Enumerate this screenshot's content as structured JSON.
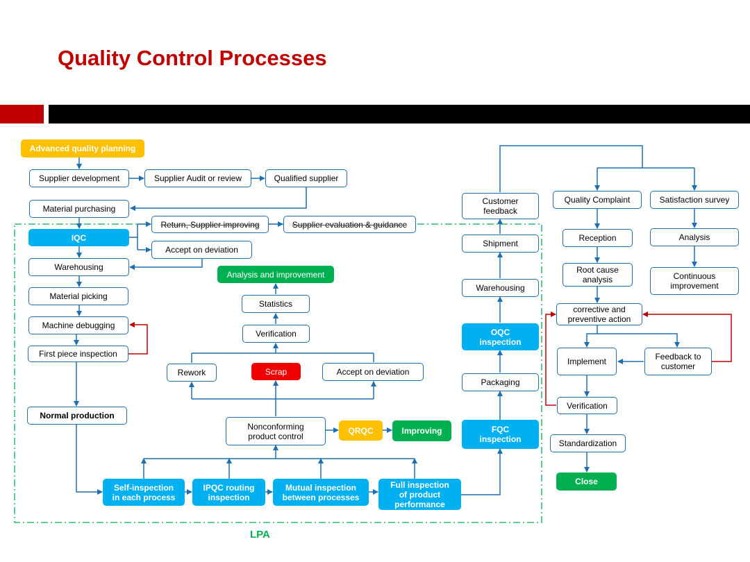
{
  "header": {
    "title": "Quality Control Processes"
  },
  "footer": {
    "lpa": "LPA"
  },
  "colors": {
    "accent_red": "#c00000",
    "line_blue": "#1f6fb0",
    "feedback_red": "#c00000",
    "loop_green": "#00b050",
    "box_blue": "#00b0f0",
    "box_green": "#00b050",
    "box_yellow": "#ffc000",
    "box_red": "#ee0000"
  },
  "nodes": {
    "advanced_planning": "Advanced quality planning",
    "supplier_development": "Supplier development",
    "supplier_audit": "Supplier Audit or review",
    "qualified_supplier": "Qualified supplier",
    "material_purchasing": "Material purchasing",
    "iqc": "IQC",
    "return_supplier": "Return, Supplier improving",
    "supplier_evaluation": "Supplier evaluation & guidance",
    "accept_deviation_top": "Accept on deviation",
    "warehousing_in": "Warehousing",
    "material_picking": "Material picking",
    "machine_debugging": "Machine debugging",
    "first_piece": "First piece inspection",
    "normal_production": "Normal production",
    "analysis_improvement": "Analysis and improvement",
    "statistics": "Statistics",
    "verification_mid": "Verification",
    "rework": "Rework",
    "scrap": "Scrap",
    "accept_deviation_mid": "Accept on deviation",
    "nonconforming": "Nonconforming\nproduct control",
    "qrqc": "QRQC",
    "improving": "Improving",
    "self_inspection": "Self-inspection\nin each process",
    "ipqc": "IPQC routing\ninspection",
    "mutual_inspection": "Mutual inspection\nbetween processes",
    "full_inspection": "Full inspection\nof product\nperformance",
    "fqc": "FQC\ninspection",
    "packaging": "Packaging",
    "oqc": "OQC\ninspection",
    "warehousing_out": "Warehousing",
    "shipment": "Shipment",
    "customer_feedback": "Customer\nfeedback",
    "quality_complaint": "Quality Complaint",
    "satisfaction_survey": "Satisfaction survey",
    "reception": "Reception",
    "analysis": "Analysis",
    "root_cause": "Root cause\nanalysis",
    "continuous_improvement": "Continuous\nimprovement",
    "corrective_action": "corrective and\npreventive action",
    "implement": "Implement",
    "feedback_customer": "Feedback to\ncustomer",
    "verification_right": "Verification",
    "standardization": "Standardization",
    "close": "Close"
  }
}
